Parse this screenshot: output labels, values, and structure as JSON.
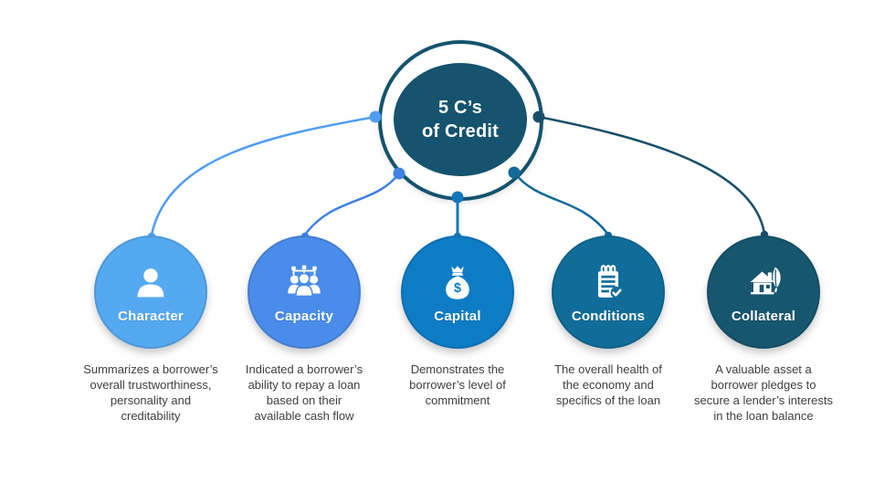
{
  "center": {
    "title": "5 C’s\nof Credit",
    "color": "#15536E",
    "ring_color": "#15536E"
  },
  "nodes": [
    {
      "label": "Character",
      "icon": "person-icon",
      "color": "#55A9F1",
      "connector_color": "#4F9DF2",
      "description": "Summarizes a borrower’s\noverall trustworthiness,\npersonality and\ncreditability"
    },
    {
      "label": "Capacity",
      "icon": "team-network-icon",
      "color": "#4A8CE9",
      "connector_color": "#3F82E2",
      "description": "Indicated a borrower’s\nability to repay a loan\nbased on their\navailable cash flow"
    },
    {
      "label": "Capital",
      "icon": "money-bag-icon",
      "color": "#0E7CC4",
      "connector_color": "#1076BE",
      "description": "Demonstrates the\nborrower’s level of\ncommitment"
    },
    {
      "label": "Conditions",
      "icon": "checklist-icon",
      "color": "#106D99",
      "connector_color": "#11699A",
      "description": "The overall health of\nthe economy and\nspecifics of the loan"
    },
    {
      "label": "Collateral",
      "icon": "house-leaf-icon",
      "color": "#17566F",
      "connector_color": "#174F6B",
      "description": "A valuable asset a\nborrower pledges to\nsecure a lender’s interests\nin the loan balance"
    }
  ]
}
